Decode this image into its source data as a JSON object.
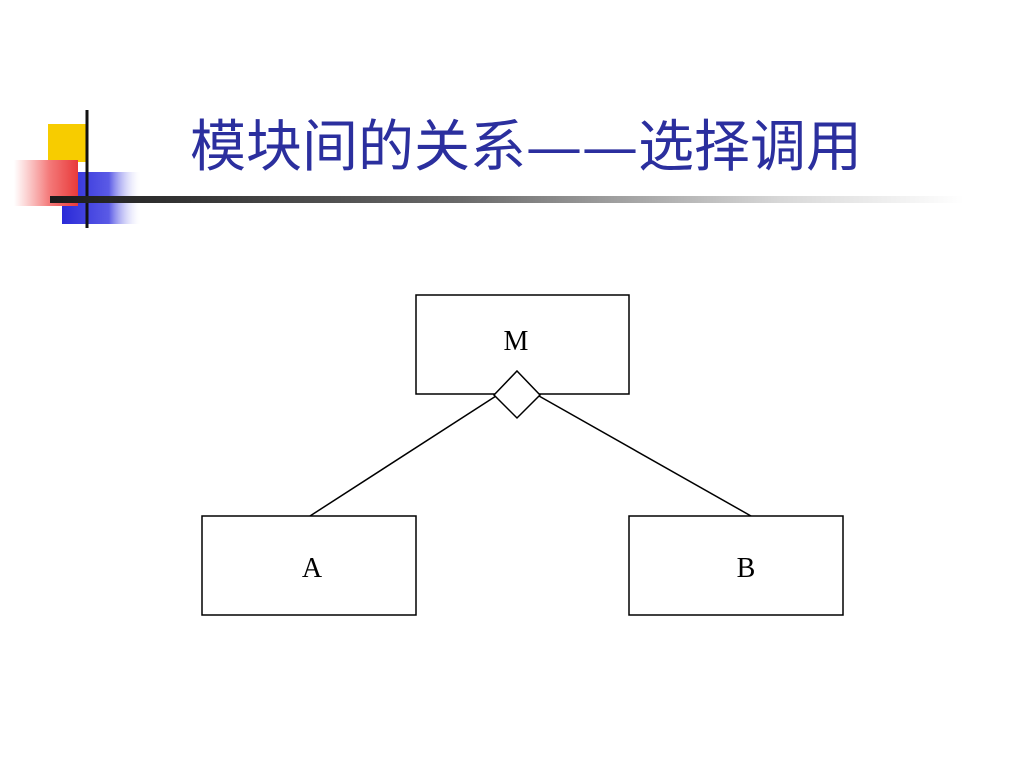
{
  "slide": {
    "title": "模块间的关系——选择调用"
  },
  "diagram": {
    "nodes": {
      "m": "M",
      "a": "A",
      "b": "B"
    },
    "connector": "diamond",
    "edges": [
      {
        "from": "M",
        "to": "A"
      },
      {
        "from": "M",
        "to": "B"
      }
    ]
  },
  "colors": {
    "title": "#2b2f9e",
    "deco_yellow": "#f7cc00",
    "deco_red": "#ee4444",
    "deco_blue": "#2a2ad8"
  }
}
